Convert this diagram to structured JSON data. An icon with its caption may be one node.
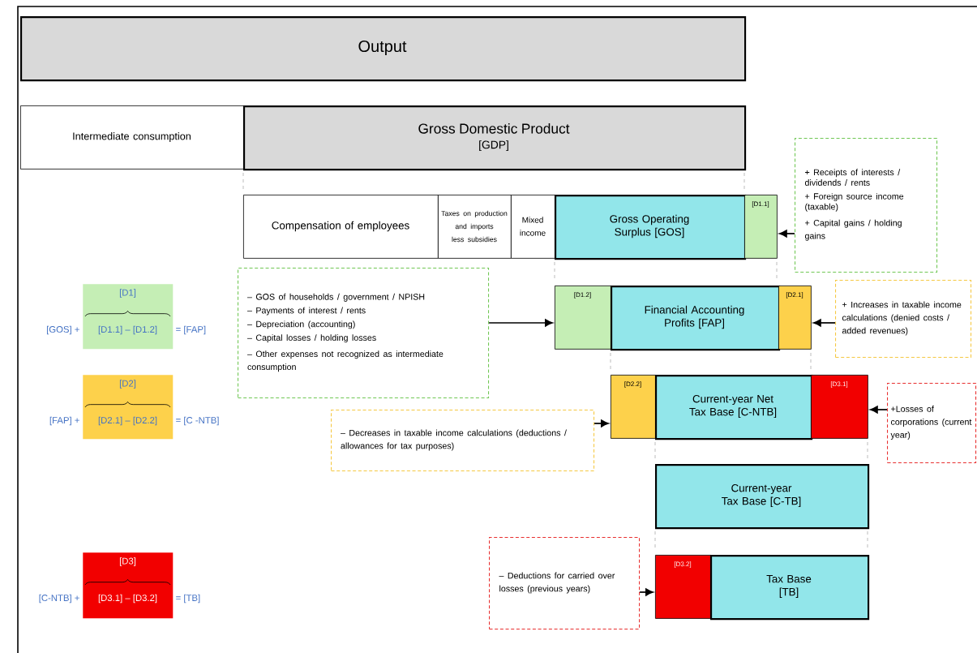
{
  "diagram": {
    "nodes": [
      {
        "text": [
          "Output"
        ]
      },
      {
        "text": [
          "Intermediate consumption"
        ]
      },
      {
        "text": [
          "Gross Domestic Product",
          "[GDP]"
        ]
      },
      {
        "text": [
          "Compensation of employees"
        ]
      },
      {
        "text": [
          "Taxes on production and imports less subsidies"
        ]
      },
      {
        "text": [
          "Mixed income"
        ]
      },
      {
        "text": [
          "Gross Operating Surplus [GOS]"
        ]
      },
      {
        "text": [
          "[D1.1]"
        ]
      },
      {
        "text": [
          "+ Receipts of interests / dividends / rents",
          "+ Foreign source income (taxable)",
          "+ Capital gains / holding gains"
        ]
      },
      {
        "text": [
          "[D1.2]"
        ]
      },
      {
        "text": [
          "Financial Accounting Profits [FAP]"
        ]
      },
      {
        "text": [
          "[D2.1]"
        ]
      },
      {
        "text": [
          "– GOS of households / government / NPISH",
          "– Payments of interest / rents",
          "– Depreciation (accounting)",
          "– Capital losses / holding losses",
          "– Other expenses not recognized as intermediate consumption"
        ]
      },
      {
        "text": [
          "+ Increases in taxable income calculations (denied costs / added revenues)"
        ]
      },
      {
        "text": [
          "[D2.2]"
        ]
      },
      {
        "text": [
          "Current-year Net Tax Base [C-NTB]"
        ]
      },
      {
        "text": [
          "[D3.1]"
        ]
      },
      {
        "text": [
          "– Decreases in taxable income calculations (deductions / allowances for tax purposes)"
        ]
      },
      {
        "text": [
          "+Losses of corporations (current year)"
        ]
      },
      {
        "text": [
          "Current-year Tax Base [C-TB]"
        ]
      },
      {
        "text": [
          "[D3.2]"
        ]
      },
      {
        "text": [
          "Tax Base [TB]"
        ]
      },
      {
        "text": [
          "– Deductions for carried over losses (previous years)"
        ]
      },
      {
        "text": [
          "[D1]",
          "[D1.1]  – [D1.2]"
        ],
        "beside": [
          "[GOS] +",
          "= [FAP]"
        ]
      },
      {
        "text": [
          "[D2]",
          "[D2.1]  – [D2.2]"
        ],
        "beside": [
          "[FAP] +",
          "= [C -NTB]"
        ]
      },
      {
        "text": [
          "[D3]",
          "[D3.1]  – [D3.2]"
        ],
        "beside": [
          "[C-NTB] +",
          "= [TB]"
        ]
      }
    ],
    "edges": [
      {
        "from": 8,
        "to": 7,
        "arrow": "to"
      },
      {
        "from": 12,
        "to": 9,
        "arrow": "to"
      },
      {
        "from": 13,
        "to": 11,
        "arrow": "to"
      },
      {
        "from": 17,
        "to": 14,
        "arrow": "to"
      },
      {
        "from": 18,
        "to": 16,
        "arrow": "to"
      },
      {
        "from": 22,
        "to": 20,
        "arrow": "to"
      }
    ]
  }
}
